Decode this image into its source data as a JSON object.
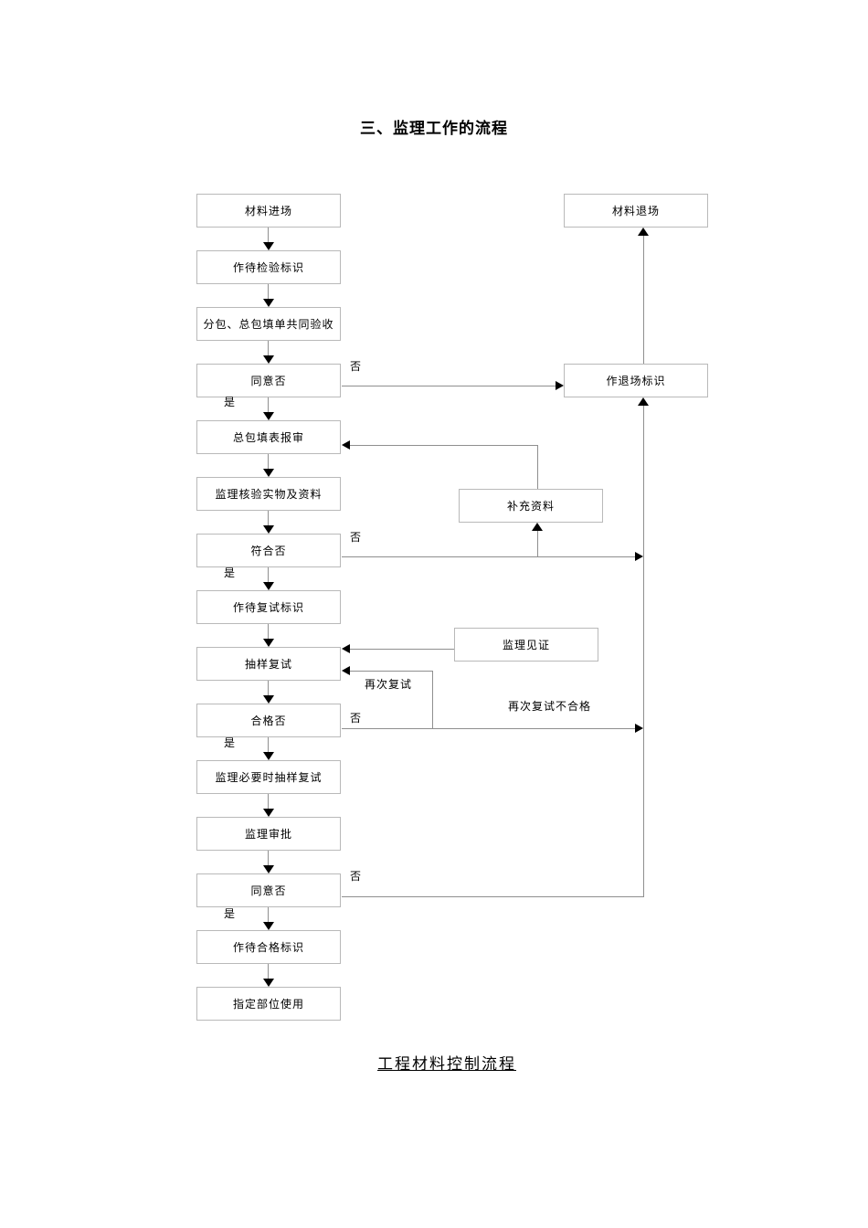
{
  "page": {
    "title": "三、监理工作的流程",
    "caption": "工程材料控制流程"
  },
  "nodes": {
    "material_entry": "材料进场",
    "pending_inspection_mark": "作待检验标识",
    "joint_acceptance": "分包、总包填单共同验收",
    "agree1": "同意否",
    "gc_form_submit": "总包填表报审",
    "supervisor_verify": "监理核验实物及资料",
    "conform": "符合否",
    "pending_retest_mark": "作待复试标识",
    "sampling_retest": "抽样复试",
    "qualified": "合格否",
    "supervisor_optional_retest": "监理必要时抽样复试",
    "supervisor_approval": "监理审批",
    "agree2": "同意否",
    "qualified_mark": "作待合格标识",
    "designated_use": "指定部位使用",
    "material_exit": "材料退场",
    "exit_mark": "作退场标识",
    "supplement_info": "补充资料",
    "supervisor_witness": "监理见证"
  },
  "labels": {
    "agree1_no": "否",
    "agree1_yes": "是",
    "conform_no": "否",
    "conform_yes": "是",
    "qualified_no": "否",
    "qualified_yes": "是",
    "agree2_no": "否",
    "agree2_yes": "是",
    "retest_again": "再次复试",
    "retest_fail": "再次复试不合格"
  }
}
